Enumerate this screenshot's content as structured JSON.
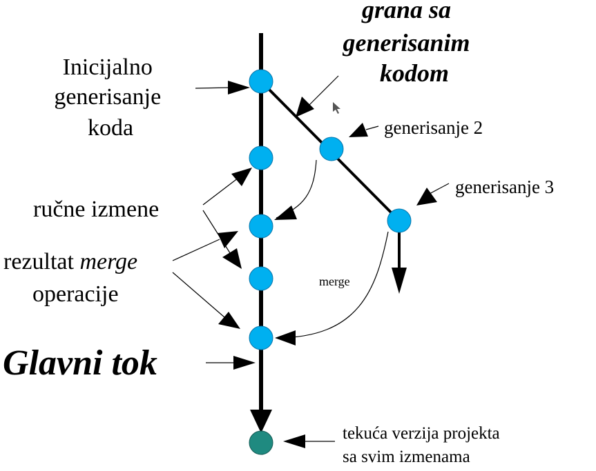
{
  "diagram": {
    "branch_title": [
      "grana sa",
      "generisanim",
      "kodom"
    ],
    "initial_generation": [
      "Inicijalno",
      "generisanje",
      "koda"
    ],
    "manual_changes": "ručne izmene",
    "merge_result_prefix": "rezultat ",
    "merge_result_italic": "merge",
    "merge_result_line2": "operacije",
    "main_flow": "Glavni tok",
    "generation_2": "generisanje 2",
    "generation_3": "generisanje 3",
    "merge_label": "merge",
    "current_version": [
      "tekuća verzija projekta",
      "sa svim izmenama"
    ]
  },
  "colors": {
    "node": "#00b0f0",
    "node_stroke": "#0a74a8",
    "final_node": "#1f8a80",
    "final_stroke": "#145a54",
    "line": "#000000"
  }
}
